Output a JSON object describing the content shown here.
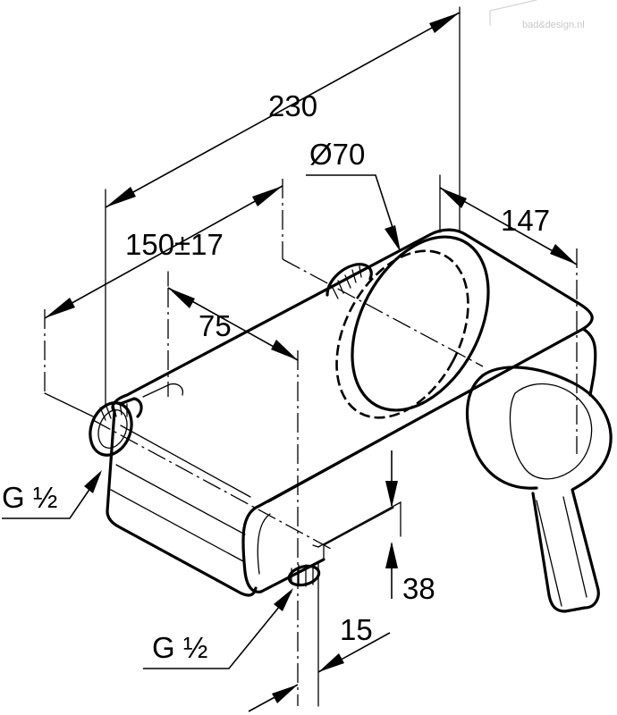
{
  "watermark": "bad&design.nl",
  "dimensions": {
    "overall_width": "230",
    "handle_diameter": "Ø70",
    "inlet_spacing": "150±17",
    "half_spacing": "75",
    "depth": "147",
    "outlet_height": "38",
    "outlet_offset": "15",
    "inlet_thread": "G ½",
    "outlet_thread": "G ½"
  }
}
